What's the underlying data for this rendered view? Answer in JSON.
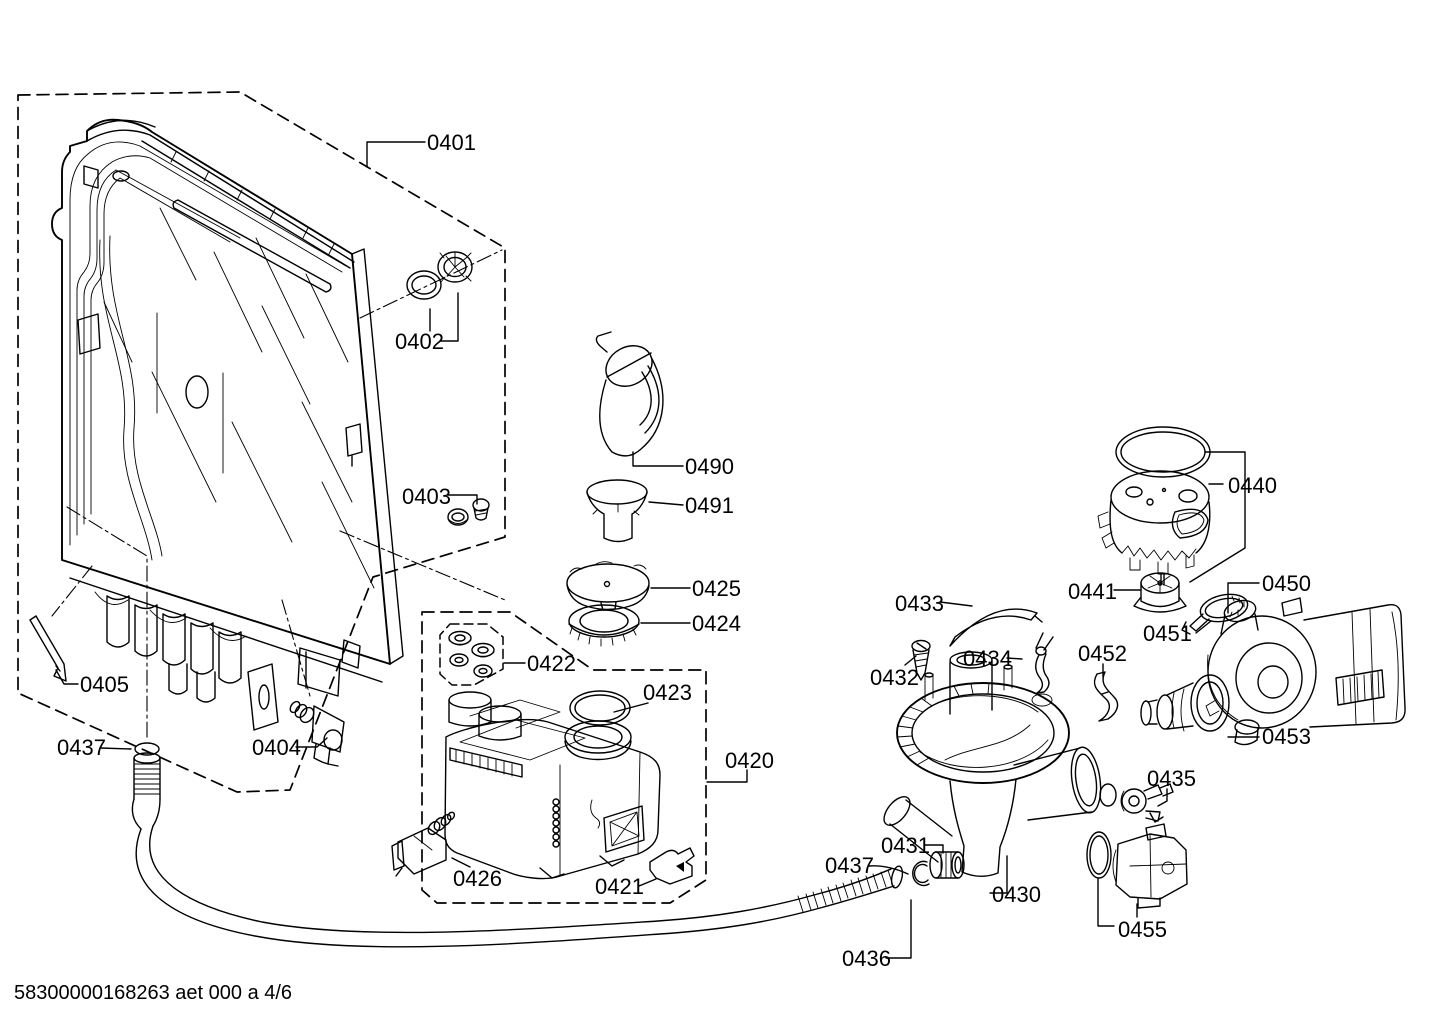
{
  "colors": {
    "line": "#000000",
    "background": "#ffffff"
  },
  "footer": {
    "text": "58300000168263 aet 000 a 4/6"
  },
  "labels": [
    {
      "id": "0401",
      "text": "0401"
    },
    {
      "id": "0402",
      "text": "0402"
    },
    {
      "id": "0403",
      "text": "0403"
    },
    {
      "id": "0405",
      "text": "0405"
    },
    {
      "id": "0437-door-hose",
      "text": "0437"
    },
    {
      "id": "0404",
      "text": "0404"
    },
    {
      "id": "0490",
      "text": "0490"
    },
    {
      "id": "0491",
      "text": "0491"
    },
    {
      "id": "0425",
      "text": "0425"
    },
    {
      "id": "0424",
      "text": "0424"
    },
    {
      "id": "0422",
      "text": "0422"
    },
    {
      "id": "0423",
      "text": "0423"
    },
    {
      "id": "0420",
      "text": "0420"
    },
    {
      "id": "0426",
      "text": "0426"
    },
    {
      "id": "0421",
      "text": "0421"
    },
    {
      "id": "0433",
      "text": "0433"
    },
    {
      "id": "0432",
      "text": "0432"
    },
    {
      "id": "0434",
      "text": "0434"
    },
    {
      "id": "0452",
      "text": "0452"
    },
    {
      "id": "0441",
      "text": "0441"
    },
    {
      "id": "0440",
      "text": "0440"
    },
    {
      "id": "0450",
      "text": "0450"
    },
    {
      "id": "0451",
      "text": "0451"
    },
    {
      "id": "0453",
      "text": "0453"
    },
    {
      "id": "0435",
      "text": "0435"
    },
    {
      "id": "0431",
      "text": "0431"
    },
    {
      "id": "0430",
      "text": "0430"
    },
    {
      "id": "0437-drain-hose",
      "text": "0437"
    },
    {
      "id": "0436",
      "text": "0436"
    },
    {
      "id": "0455",
      "text": "0455"
    }
  ]
}
